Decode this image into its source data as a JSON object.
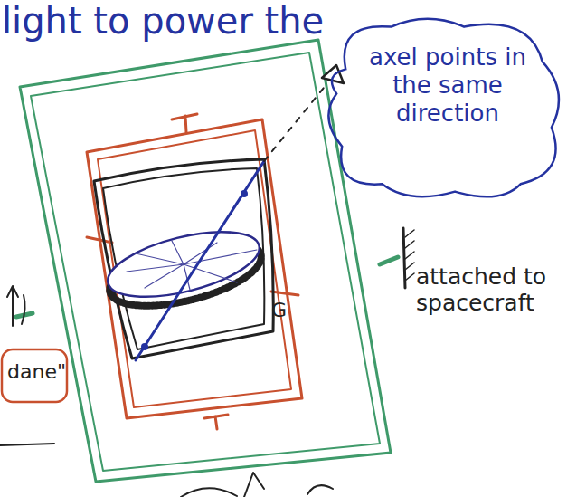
{
  "diagram": {
    "nodes": [
      {
        "text": [
          "axel points in the same direction"
        ]
      },
      {
        "text": [
          "dane\""
        ]
      }
    ],
    "labels": [
      "light to power the",
      "attached to spacecraft",
      "G"
    ]
  }
}
